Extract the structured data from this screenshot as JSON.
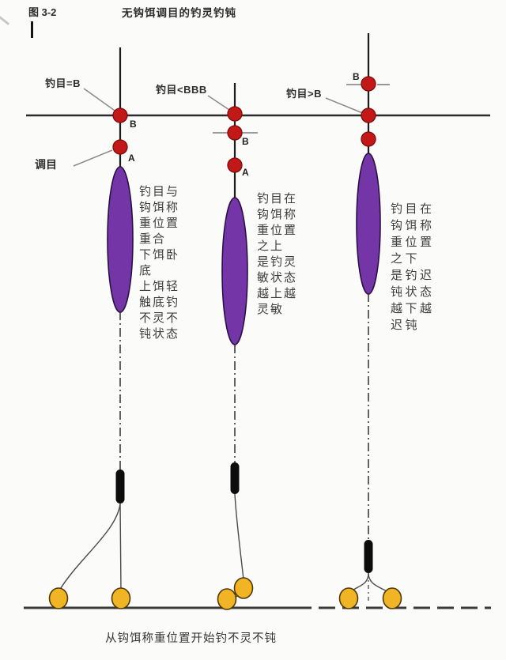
{
  "labels": {
    "figure": "图 3-2",
    "title": "无钩饵调目的钓灵钓钝",
    "tiao_mu": "调目",
    "caption": "从钩饵称重位置开始钓不灵不钝"
  },
  "columns": [
    {
      "condition": "钓目=B",
      "bead_b": "B",
      "bead_a": "A",
      "desc": [
        "钓目与",
        "钩饵称",
        "重位置",
        "重合",
        "下饵卧",
        "底",
        "上饵轻",
        "触底钓",
        "不灵不",
        "钝状态"
      ]
    },
    {
      "condition": "钓目<BBB",
      "bead_b": "B",
      "bead_a": "A",
      "desc": [
        "钓目在",
        "钩饵称",
        "重位置",
        "之上",
        "是钓灵",
        "敏状态",
        "越上越",
        "灵敏"
      ]
    },
    {
      "condition": "钓目>B",
      "bead_b": "B",
      "desc": [
        "钓目在",
        "钩饵称",
        "重位置",
        "之下",
        "是钓迟",
        "钝状态",
        "越下越",
        "迟钝"
      ]
    }
  ],
  "colors": {
    "bead": "#c21818",
    "float": "#7436a6",
    "bait": "#f0b425",
    "line": "#1c1c1c",
    "pointer": "#8a8a8a"
  }
}
